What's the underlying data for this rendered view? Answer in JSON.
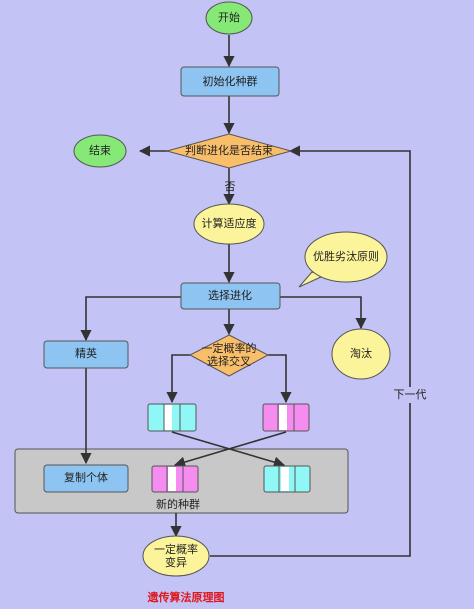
{
  "title": "遗传算法原理图",
  "nodes": {
    "start": "开始",
    "init": "初始化种群",
    "decision": "判断进化是否结束",
    "end": "结束",
    "fitness": "计算适应度",
    "principle": "优胜劣汰原则",
    "select": "选择进化",
    "elite": "精英",
    "crossover_line1": "一定概率的",
    "crossover_line2": "选择交叉",
    "eliminate": "淘汰",
    "copy": "复制个体",
    "new_population": "新的种群",
    "mutation_line1": "一定概率",
    "mutation_line2": "变异"
  },
  "edge_labels": {
    "no": "否",
    "next_generation": "下一代"
  },
  "colors": {
    "background": "#c4c3f5",
    "start_end_fill": "#86e876",
    "process_fill": "#8ec4f2",
    "decision_fill": "#f9be6a",
    "ellipse_fill": "#fbf49a",
    "group_fill": "#c8c8c8",
    "chromosome_cyan": "#8ff7f5",
    "chromosome_pink": "#f58df0",
    "caption": "#e0161c"
  }
}
